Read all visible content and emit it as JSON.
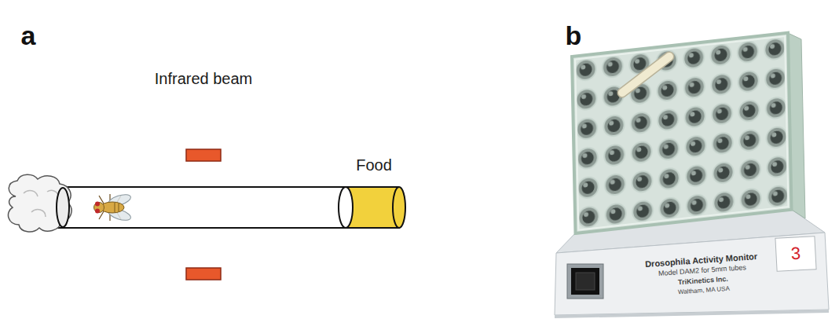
{
  "diagram": {
    "labels": [
      "a",
      "Infrared beam",
      "Food",
      "b",
      "3",
      "Drosophila Activity Monitor",
      "Model DAM2 for 5mm tubes",
      "TriKinetics Inc.",
      "Waltham, MA USA"
    ]
  }
}
